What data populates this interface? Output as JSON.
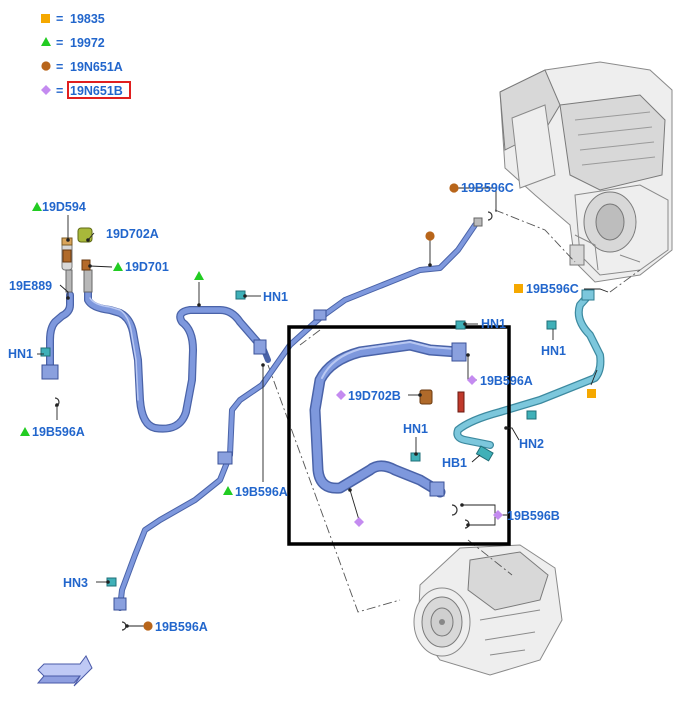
{
  "legend": {
    "items": [
      {
        "shape": "square",
        "color": "#f5a800",
        "equals": "=",
        "label": "19835"
      },
      {
        "shape": "triangle",
        "color": "#22cc22",
        "equals": "=",
        "label": "19972"
      },
      {
        "shape": "circle",
        "color": "#b8651a",
        "equals": "=",
        "label": "19N651A"
      },
      {
        "shape": "diamond",
        "color": "#c48bf0",
        "equals": "=",
        "label": "19N651B",
        "highlighted": true
      }
    ],
    "highlight_color": "#e01f1f"
  },
  "labels": {
    "l_19D594": "19D594",
    "l_19D702A": "19D702A",
    "l_19D701": "19D701",
    "l_19E889": "19E889",
    "l_HN1_left": "HN1",
    "l_19B596A_left": "19B596A",
    "l_HN1_upper": "HN1",
    "l_19B596C_top": "19B596C",
    "l_19B596C_right": "19B596C",
    "l_HN1_topbox": "HN1",
    "l_HN1_right": "HN1",
    "l_19B596A_box": "19B596A",
    "l_19D702B": "19D702B",
    "l_HN1_mid": "HN1",
    "l_HB1": "HB1",
    "l_HN2": "HN2",
    "l_19B596A_center": "19B596A",
    "l_19B596B": "19B596B",
    "l_HN3": "HN3",
    "l_19B596A_bottom": "19B596A"
  },
  "colors": {
    "legend_text": "#2266cc",
    "hose_blue": "#7e98dd",
    "hose_teal": "#7cc7dc",
    "callout_box": "#000000"
  },
  "icons": {
    "direction_arrow": "front-direction-arrow-icon"
  }
}
